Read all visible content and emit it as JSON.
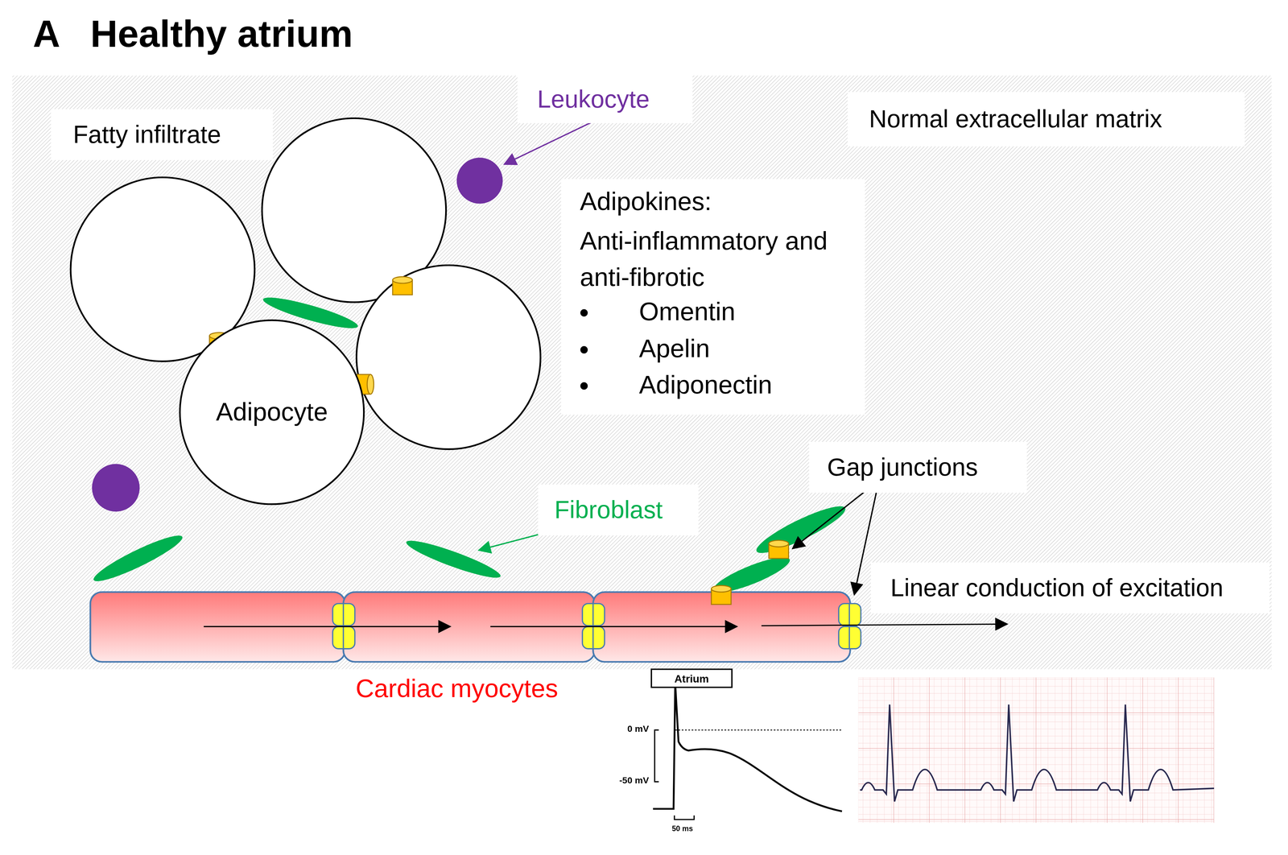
{
  "diagram": {
    "title": "Healthy atrium",
    "nodes": [
      {
        "text": [
          "Adipocyte"
        ]
      },
      {
        "text": [
          "Atrium"
        ]
      }
    ],
    "labels": [
      "A",
      "Fatty infiltrate",
      "Leukocyte",
      "Normal extracellular matrix",
      "Adipokines:",
      "Anti-inflammatory and anti-fibrotic",
      "Omentin",
      "Apelin",
      "Adiponectin",
      "Gap junctions",
      "Fibroblast",
      "Linear conduction of excitation",
      "Cardiac myocytes",
      "0 mV",
      "-50 mV",
      "50 ms"
    ]
  }
}
